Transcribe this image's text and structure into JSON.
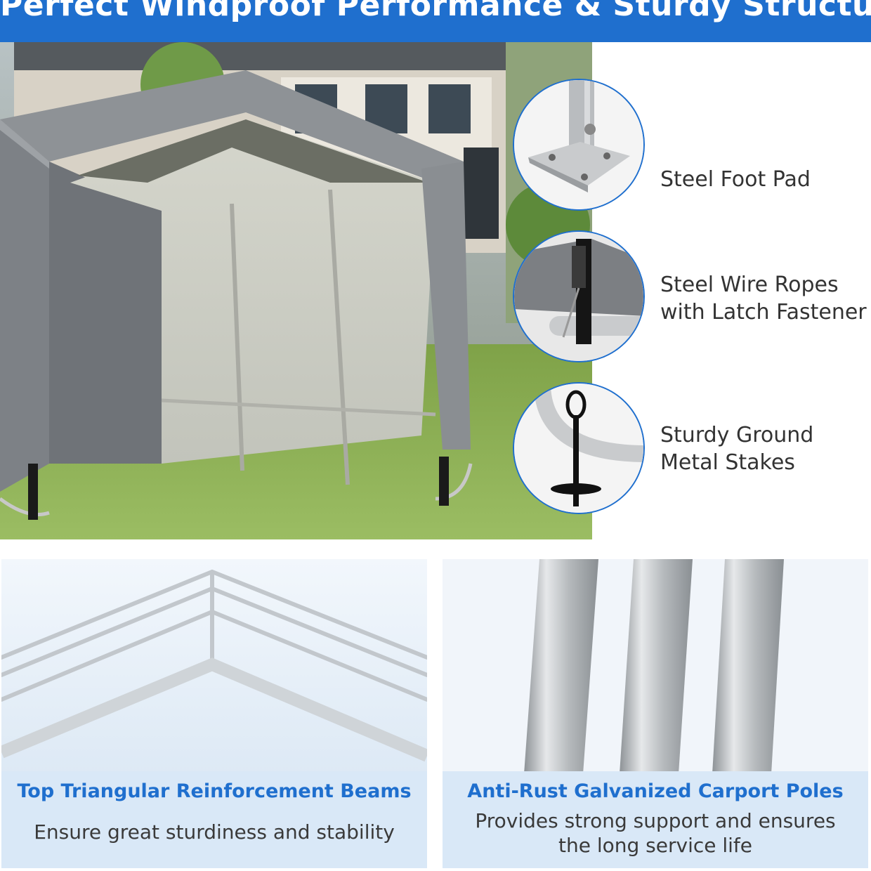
{
  "banner": {
    "title": "Perfect Windproof Performance & Sturdy Structure",
    "background": "#1f6fce"
  },
  "features": [
    {
      "line1": "Steel Foot Pad",
      "line2": "",
      "icon": "foot-pad-icon"
    },
    {
      "line1": "Steel Wire Ropes",
      "line2": "with Latch Fastener",
      "icon": "wire-rope-icon"
    },
    {
      "line1": "Sturdy Ground",
      "line2": "Metal Stakes",
      "icon": "ground-stake-icon"
    }
  ],
  "panels": {
    "left": {
      "heading": "Top Triangular Reinforcement Beams",
      "sub1": "Ensure great sturdiness and stability",
      "sub2": ""
    },
    "right": {
      "heading": "Anti-Rust Galvanized Carport Poles",
      "sub1": "Provides strong support and ensures",
      "sub2": "the long service life"
    }
  },
  "colors": {
    "accent": "#1f6fce",
    "caption_bg": "#d9e8f7",
    "tent_gray": "#8a8e92",
    "grass": "#8fb45a"
  }
}
